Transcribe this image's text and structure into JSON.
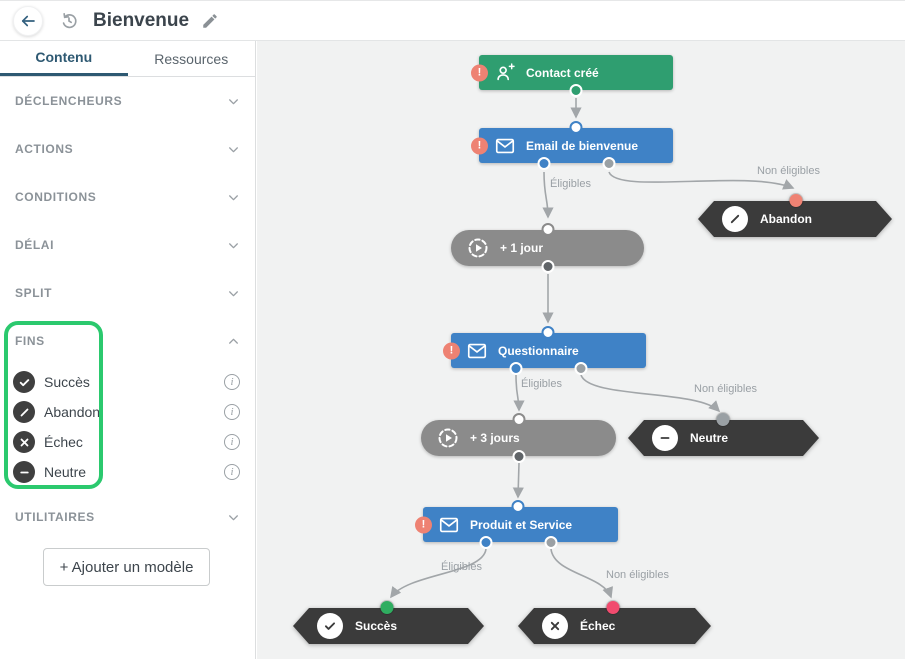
{
  "header": {
    "title": "Bienvenue"
  },
  "tabs": {
    "content": "Contenu",
    "resources": "Ressources"
  },
  "sidebar": {
    "sections": [
      {
        "label": "DÉCLENCHEURS"
      },
      {
        "label": "ACTIONS"
      },
      {
        "label": "CONDITIONS"
      },
      {
        "label": "DÉLAI"
      },
      {
        "label": "SPLIT"
      }
    ],
    "fins": {
      "label": "FINS",
      "items": [
        {
          "label": "Succès",
          "icon": "check-circle"
        },
        {
          "label": "Abandon",
          "icon": "slash-circle"
        },
        {
          "label": "Échec",
          "icon": "cross-circle"
        },
        {
          "label": "Neutre",
          "icon": "minus-circle"
        }
      ]
    },
    "utilitaires": {
      "label": "UTILITAIRES"
    },
    "add_template_label": "+ Ajouter un modèle"
  },
  "canvas": {
    "nodes": {
      "contact": {
        "label": "Contact créé",
        "type": "trigger",
        "badge": "!"
      },
      "email": {
        "label": "Email de bienvenue",
        "type": "email",
        "badge": "!"
      },
      "delay1": {
        "label": "+ 1 jour",
        "type": "delay"
      },
      "abandon": {
        "label": "Abandon",
        "type": "end"
      },
      "questionnaire": {
        "label": "Questionnaire",
        "type": "email",
        "badge": "!"
      },
      "delay3": {
        "label": "+ 3 jours",
        "type": "delay"
      },
      "neutre": {
        "label": "Neutre",
        "type": "end"
      },
      "produit": {
        "label": "Produit et Service",
        "type": "email",
        "badge": "!"
      },
      "succes": {
        "label": "Succès",
        "type": "end"
      },
      "echec": {
        "label": "Échec",
        "type": "end"
      }
    },
    "edge_labels": {
      "eligibles": "Éligibles",
      "non_eligibles": "Non éligibles"
    }
  },
  "icons": {
    "info_letter": "i"
  },
  "colors": {
    "trigger_green": "#2f9e70",
    "action_blue": "#3f82c6",
    "delay_gray": "#8b8b8b",
    "end_dark": "#3b3b3b",
    "badge_salmon": "#ee8273",
    "annotation_green": "#2bc96e",
    "port_success": "#2fad60",
    "port_fail": "#f14b6e",
    "port_abandon": "#ef8273",
    "tab_active": "#2e5972",
    "canvas_bg": "#f1f2f2"
  }
}
